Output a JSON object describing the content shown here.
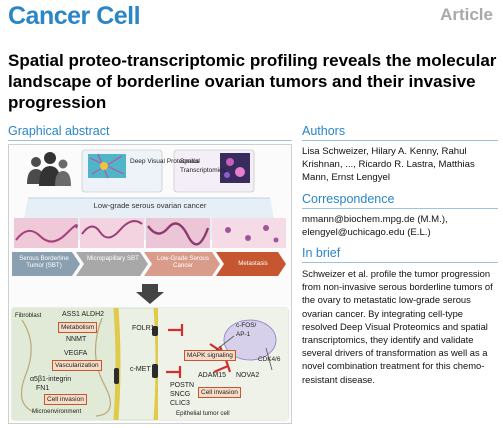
{
  "header": {
    "journal": "Cancer Cell",
    "type": "Article"
  },
  "title": "Spatial proteo-transcriptomic profiling reveals the molecular landscape of borderline ovarian tumors and their invasive progression",
  "graphical_abstract": {
    "heading": "Graphical abstract",
    "methods": [
      "Deep Visual Proteomics",
      "Spatial Transcriptomics"
    ],
    "disease_label": "Low-grade serous ovarian cancer",
    "stages": [
      "Serous Borderline Tumor (SBT)",
      "Micropapillary SBT",
      "Low-Grade Serous Cancer",
      "Metastasis"
    ],
    "mechanism": {
      "fibroblast": "Fibroblast",
      "fibro_genes_1": "ASS1 ALDH2",
      "metabolism": "Metabolism",
      "nnmt": "NNMT",
      "vegfa": "VEGFA",
      "vascularization": "Vascularization",
      "integrin": "α5β1-integrin",
      "fn1": "FN1",
      "cell_invasion_left": "Cell invasion",
      "microenvironment": "Microenvironment",
      "folr1": "FOLR1",
      "cmet": "c-MET",
      "mapk": "MAPK signaling",
      "cfos": "c-FOS/\nAP-1",
      "cdk46": "CDK4/6",
      "adam15": "ADAM15",
      "nova2": "NOVA2",
      "postn": "POSTN",
      "sncg": "SNCG",
      "clic3": "CLIC3",
      "cell_invasion_right": "Cell invasion",
      "epithelial": "Epithelial tumor cell"
    }
  },
  "authors": {
    "heading": "Authors",
    "text": "Lisa Schweizer, Hilary A. Kenny, Rahul Krishnan, ..., Ricardo R. Lastra, Matthias Mann, Ernst Lengyel"
  },
  "correspondence": {
    "heading": "Correspondence",
    "emails": [
      "mmann@biochem.mpg.de (M.M.),",
      "elengyel@uchicago.edu (E.L.)"
    ]
  },
  "in_brief": {
    "heading": "In brief",
    "text": "Schweizer et al. profile the tumor progression from non-invasive serous borderline tumors of the ovary to metastatic low-grade serous ovarian cancer. By integrating cell-type resolved Deep Visual Proteomics and spatial transcriptomics, they identify and validate several drivers of transformation as well as a novel combination treatment for this chemo-resistant disease."
  }
}
